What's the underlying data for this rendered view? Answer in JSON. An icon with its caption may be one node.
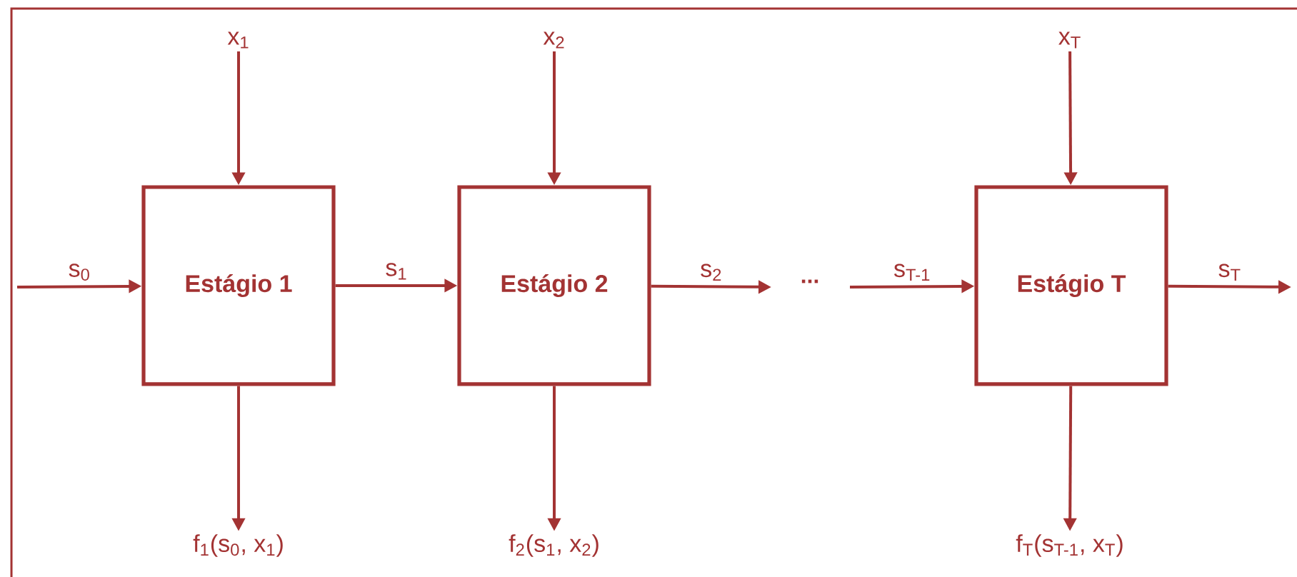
{
  "diagram": {
    "nodes": [
      {
        "text": [
          "x$_{1}$"
        ]
      },
      {
        "text": [
          "Estágio 1"
        ]
      },
      {
        "text": [
          "f$_{1}$(s$_{0}$, x$_{1}$)"
        ]
      },
      {
        "text": [
          "x$_{2}$"
        ]
      },
      {
        "text": [
          "Estágio 2"
        ]
      },
      {
        "text": [
          "f$_{2}$(s$_{1}$, x$_{2}$)"
        ]
      },
      {
        "text": [
          "x$_{T}$"
        ]
      },
      {
        "text": [
          "Estágio T"
        ]
      },
      {
        "text": [
          "f$_{T}$(s$_{T-1}$, x$_{T}$)"
        ]
      }
    ],
    "edges": [
      {
        "from": 0,
        "to": 1,
        "arrow": "to"
      },
      {
        "from": 1,
        "to": 2,
        "arrow": "to"
      },
      {
        "from": 3,
        "to": 4,
        "arrow": "to"
      },
      {
        "from": 4,
        "to": 5,
        "arrow": "to"
      },
      {
        "from": 6,
        "to": 7,
        "arrow": "to"
      },
      {
        "from": 7,
        "to": 8,
        "arrow": "to"
      },
      {
        "from": null,
        "to": 1,
        "arrow": "to",
        "label": "s$_{0}$"
      },
      {
        "from": 1,
        "to": 4,
        "arrow": "to",
        "label": "s$_{1}$"
      },
      {
        "from": 4,
        "to": null,
        "arrow": "to",
        "label": "s$_{2}$"
      },
      {
        "from": null,
        "to": 7,
        "arrow": "to",
        "label": "s$_{T-1}$"
      },
      {
        "from": 7,
        "to": null,
        "arrow": "to",
        "label": "s$_{T}$"
      }
    ],
    "labels": [
      "..."
    ]
  }
}
